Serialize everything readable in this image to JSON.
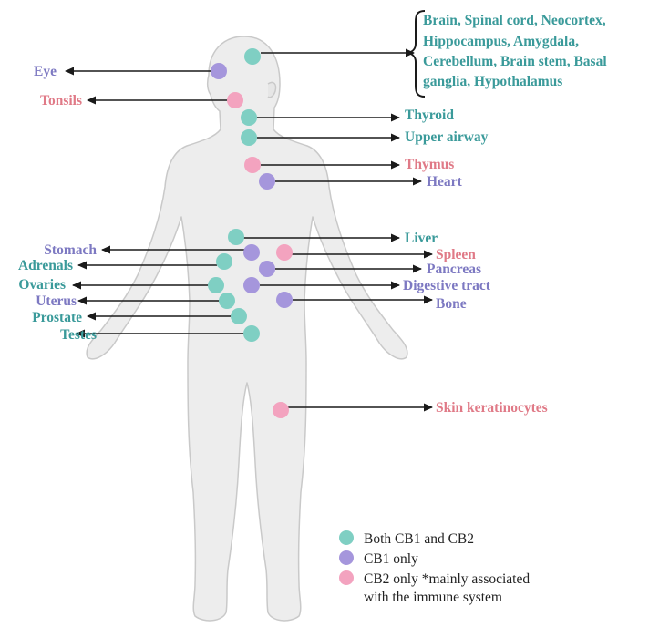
{
  "colors": {
    "both": "#7fcfc3",
    "cb1": "#a596dc",
    "cb2": "#f3a3bf",
    "text_both": "#3a9a9a",
    "text_cb1": "#7d79c2",
    "text_cb2": "#e07a87",
    "body_fill": "#ededed",
    "body_stroke": "#c9c9c9",
    "arrow": "#1a1a1a"
  },
  "brain_lines": [
    "Brain, Spinal cord, Neocortex,",
    "Hippocampus, Amygdala,",
    "Cerebellum,  Brain stem, Basal",
    "ganglia, Hypothalamus"
  ],
  "labels": {
    "eye": "Eye",
    "tonsils": "Tonsils",
    "thyroid": "Thyroid",
    "upper_airway": "Upper airway",
    "thymus": "Thymus",
    "heart": "Heart",
    "liver": "Liver",
    "stomach": "Stomach",
    "spleen": "Spleen",
    "adrenals": "Adrenals",
    "pancreas": "Pancreas",
    "ovaries": "Ovaries",
    "digestive_tract": "Digestive tract",
    "uterus": "Uterus",
    "bone": "Bone",
    "prostate": "Prostate",
    "testes": "Testes",
    "skin": "Skin keratinocytes"
  },
  "legend": {
    "both": "Both CB1 and CB2",
    "cb1": "CB1 only",
    "cb2_line1": "CB2 only *mainly associated",
    "cb2_line2": "with the immune system"
  }
}
